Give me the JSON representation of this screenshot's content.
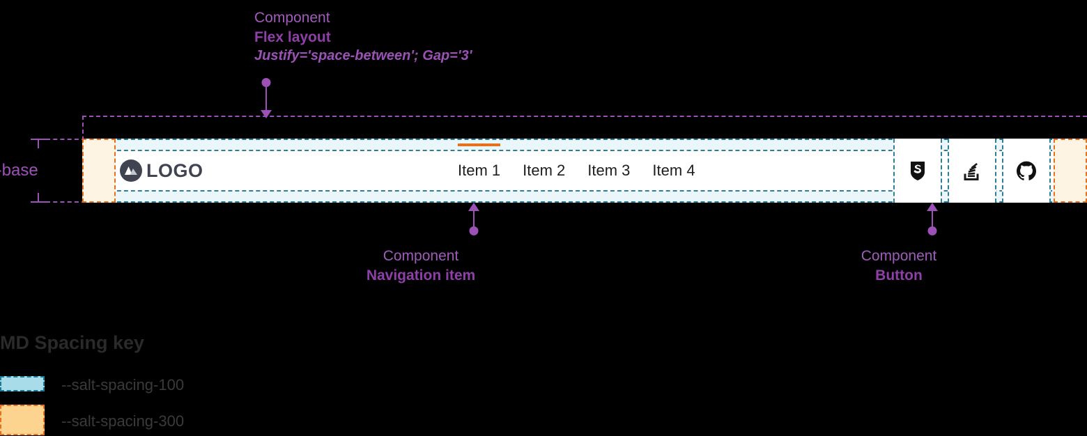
{
  "annotations": {
    "flex_layout": {
      "kind": "Component",
      "name": "Flex layout",
      "props": "Justify='space-between'; Gap='3'"
    },
    "navigation_item": {
      "kind": "Component",
      "name": "Navigation item"
    },
    "button": {
      "kind": "Component",
      "name": "Button"
    },
    "size_base": {
      "label": "size-base"
    }
  },
  "navbar": {
    "logo": {
      "icon": "mountain-logo-icon",
      "text": "LOGO"
    },
    "items": [
      {
        "label": "Item 1",
        "active": true
      },
      {
        "label": "Item 2",
        "active": false
      },
      {
        "label": "Item 3",
        "active": false
      },
      {
        "label": "Item 4",
        "active": false
      }
    ],
    "actions": [
      {
        "icon": "salt-logo-icon",
        "name": "salt-button"
      },
      {
        "icon": "stack-overflow-icon",
        "name": "stack-overflow-button"
      },
      {
        "icon": "github-icon",
        "name": "github-button"
      }
    ]
  },
  "spacing_key": {
    "title": "MD Spacing key",
    "rows": [
      {
        "token": "--salt-spacing-100",
        "color": "#a8dce8",
        "border": "#1c7b96"
      },
      {
        "token": "--salt-spacing-300",
        "color": "#fcd38f",
        "border": "#e8701a"
      }
    ]
  },
  "colors": {
    "accent_purple": "#9b51b5",
    "spacing_100_border": "#1c7b96",
    "spacing_300_border": "#e8701a",
    "active_indicator": "#e8701a",
    "logo_dark": "#3f4450"
  }
}
